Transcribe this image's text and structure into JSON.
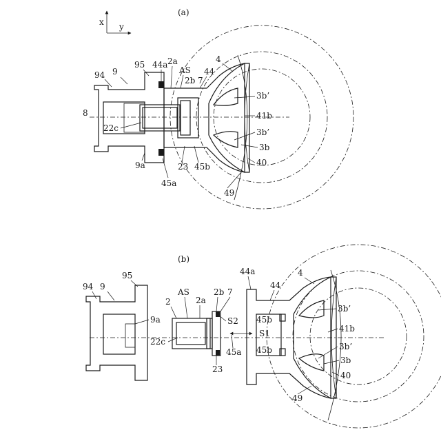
{
  "panel_a": {
    "caption": "(a)",
    "axes": {
      "x": "x",
      "y": "y"
    },
    "labels": {
      "l4": "4",
      "l94": "94",
      "l9": "9",
      "l95": "95",
      "l44a": "44a",
      "l2a": "2a",
      "lAS": "AS",
      "l44": "44",
      "l2b": "2b",
      "l7": "7",
      "l8": "8",
      "l3b_prime_top": "3b’",
      "l41b": "41b",
      "l22c": "22c",
      "l3b_prime_bot": "3b’",
      "l3b": "3b",
      "l9a": "9a",
      "l23": "23",
      "l45b": "45b",
      "l40": "40",
      "l45a": "45a",
      "l49": "49"
    }
  },
  "panel_b": {
    "caption": "(b)",
    "labels": {
      "l44a": "44a",
      "l4": "4",
      "l94": "94",
      "l9": "9",
      "l95": "95",
      "lAS": "AS",
      "l2b": "2b",
      "l7": "7",
      "l44": "44",
      "l2": "2",
      "l2a": "2a",
      "l3b_prime_top": "3b’",
      "l9a": "9a",
      "l45b_top": "45b",
      "lS2": "S2",
      "l41b": "41b",
      "lS1": "S1",
      "l22c": "22c",
      "l45b_bot": "45b",
      "l3b_prime_bot": "3b’",
      "l45a": "45a",
      "l3b": "3b",
      "l23": "23",
      "l40": "40",
      "l49": "49"
    }
  }
}
